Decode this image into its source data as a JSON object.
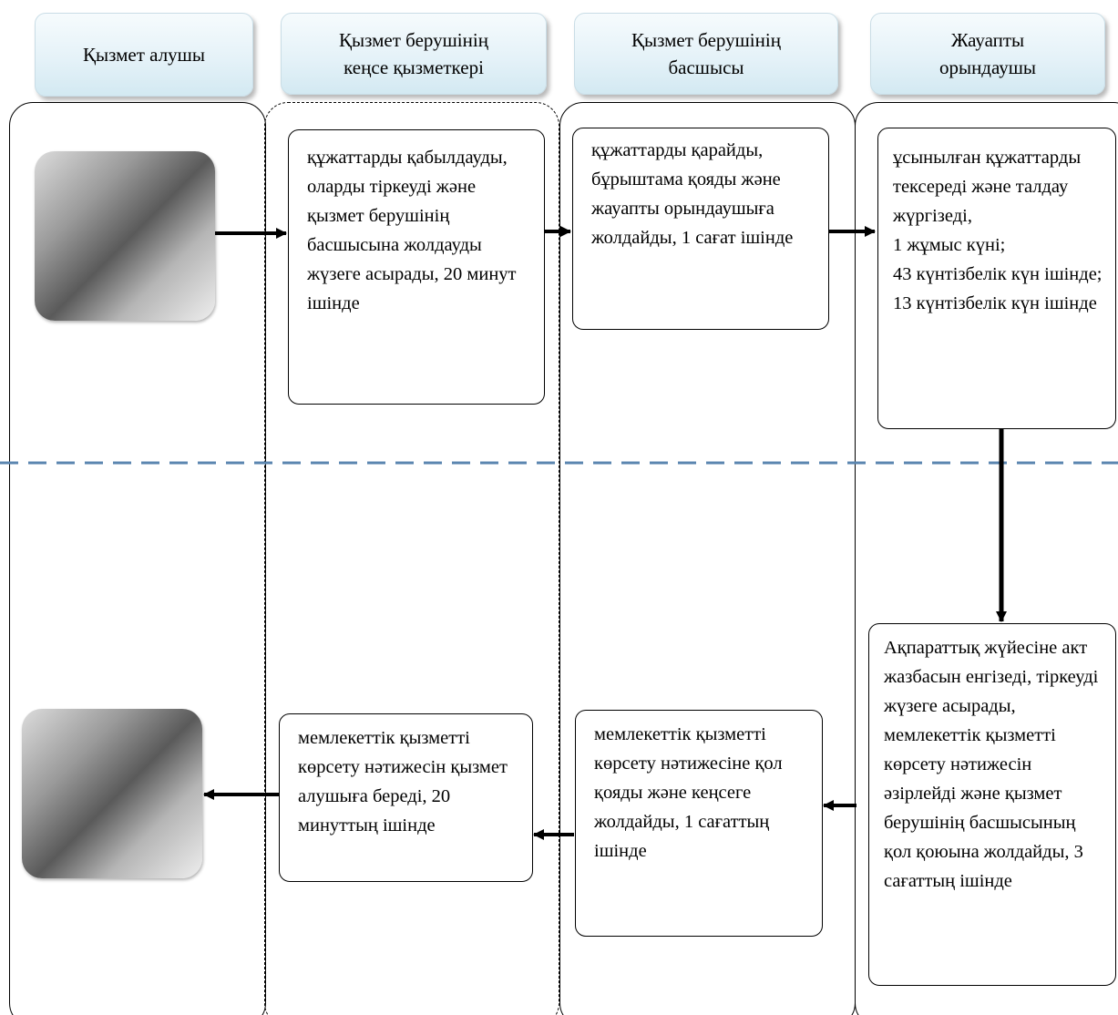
{
  "diagram": {
    "headers": [
      "Қызмет алушы",
      "Қызмет берушінің кеңсе қызметкері",
      "Қызмет берушінің басшысы",
      "Жауапты орындаушы"
    ],
    "steps": {
      "office_receive": "құжаттарды қабылдауды, оларды тіркеуді және қызмет берушінің басшысына жолдауды жүзеге асырады, 20 минут ішінде",
      "head_review": "құжаттарды қарайды, бұрыштама қояды және жауапты орындаушыға жолдайды, 1 сағат ішінде",
      "executor_check": "ұсынылған құжаттарды тексереді және талдау жүргізеді,\n1 жұмыс күні;\n43 күнтізбелік күн ішінде;\n13 күнтізбелік күн ішінде",
      "executor_prepare": "Ақпараттық жүйесіне акт жазбасын енгізеді, тіркеуді жүзеге асырады, мемлекеттік қызметті көрсету нәтижесін әзірлейді және қызмет берушінің басшысының қол қоюына жолдайды, 3 сағаттың ішінде",
      "head_sign": "мемлекеттік қызметті көрсету нәтижесіне қол қояды және кеңсеге жолдайды, 1 сағаттың ішінде",
      "office_issue": "мемлекеттік қызметті көрсету нәтижесін қызмет алушыға береді, 20 минуттың ішінде"
    },
    "colors": {
      "header_fill": "#e5f2f8",
      "divider": "#5b86b0",
      "arrow": "#000000"
    }
  }
}
